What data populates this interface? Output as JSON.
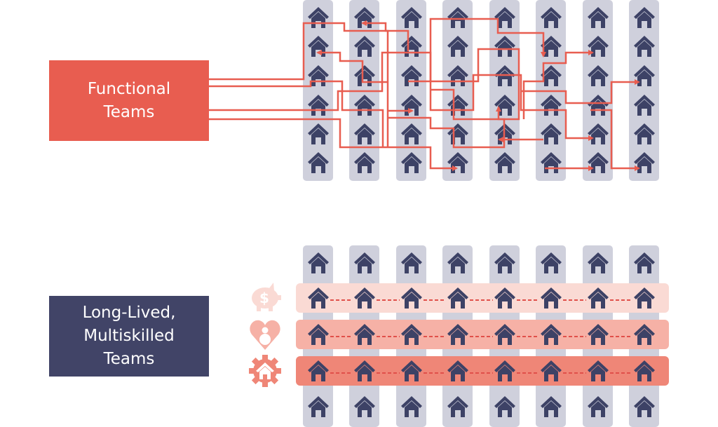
{
  "functional_box": {
    "lines": [
      "Functional",
      "Teams"
    ]
  },
  "longlived_box": {
    "lines": [
      "Long-Lived,",
      "Multiskilled",
      "Teams"
    ]
  },
  "colors": {
    "functional": "#e85d50",
    "longlived": "#414467",
    "column": "#cfd0dc",
    "house": "#3d4266",
    "link": "#e85d50",
    "band_1": "#fadad4",
    "band_2": "#f6b1a6",
    "band_3": "#ef8677"
  },
  "icons": {
    "band_1": "piggy-bank-dollar-icon",
    "band_2": "heart-person-icon",
    "band_3": "gear-house-icon"
  }
}
